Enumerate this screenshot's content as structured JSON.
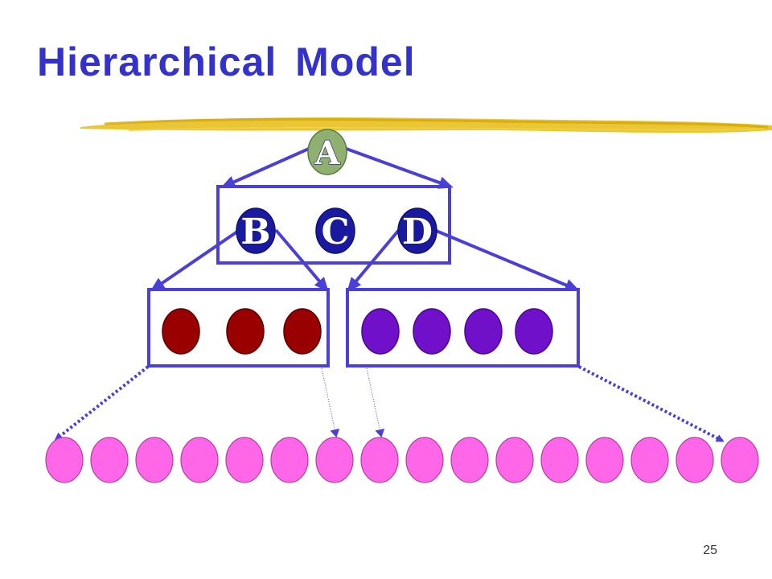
{
  "slide": {
    "title": "Hierarchical Model",
    "page_number": "25"
  },
  "nodes": {
    "root": "A",
    "level1": [
      "B",
      "C",
      "D"
    ]
  },
  "colors": {
    "title": "#3333cc",
    "arrow": "#4a3fd6",
    "root_fill": "#8fb070",
    "level1_fill": "#1a1aa0",
    "level2_left_fill": "#990000",
    "level2_right_fill": "#7010c8",
    "leaf_fill": "#ff66e8",
    "underline": "#e8c020"
  },
  "icons": {
    "underline": "yellow-brush-stroke"
  }
}
